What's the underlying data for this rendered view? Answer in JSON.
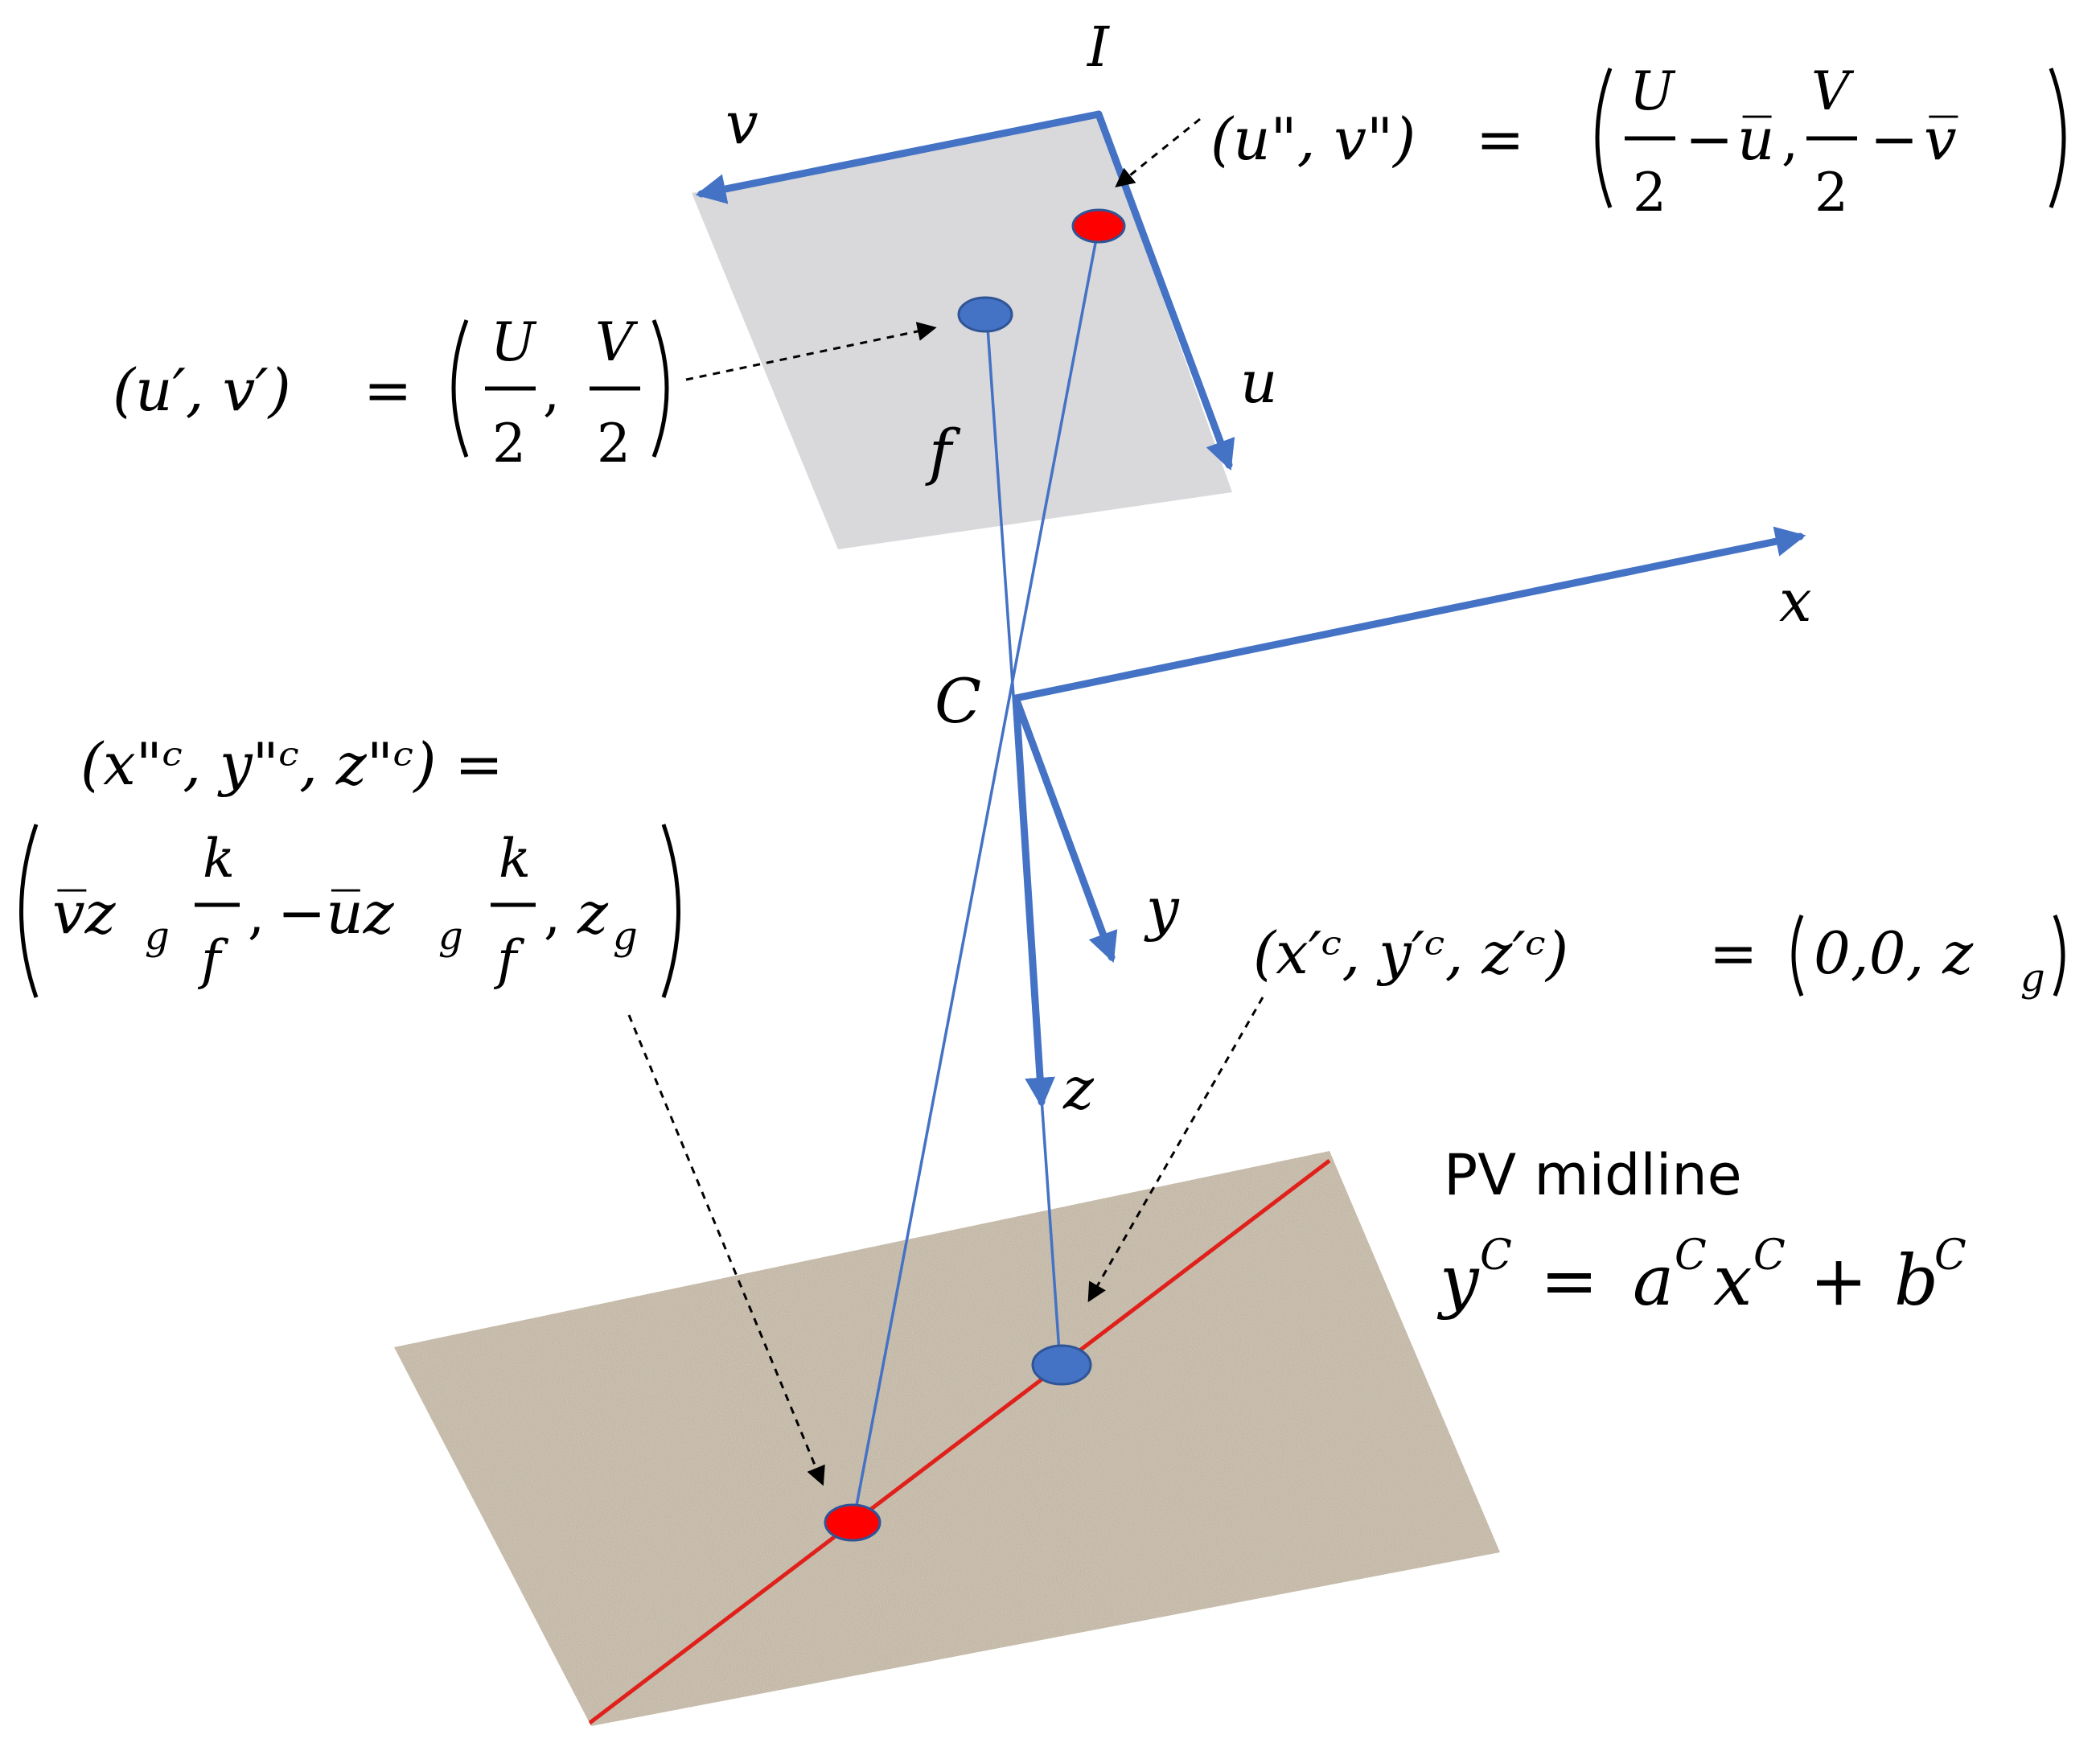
{
  "colors": {
    "axis_blue": "#4472c4",
    "image_plane_fill": "#d9d8da",
    "ground_fill": "#d6ccbc",
    "midline_red": "#e0201b",
    "point_red": "#ff0000",
    "point_blue": "#4472c4"
  },
  "labels": {
    "image_plane": "I",
    "camera_center": "C",
    "focal_length": "f",
    "axis_u": "u",
    "axis_v": "v",
    "axis_x": "x",
    "axis_y": "y",
    "axis_z": "z"
  },
  "formulas": {
    "principal_point": {
      "lhs": "(u′, v′)",
      "eq": "=",
      "open": "(",
      "frac1_num": "U",
      "frac1_den": "2",
      "comma": ",",
      "frac2_num": "V",
      "frac2_den": "2",
      "close": ")"
    },
    "image_point": {
      "lhs": "(u\", v\")",
      "eq": "=",
      "open": "(",
      "frac1_num": "U",
      "frac1_den": "2",
      "minus1": "−",
      "ubar": "u̅",
      "comma": ",",
      "frac2_num": "V",
      "frac2_den": "2",
      "minus2": "−",
      "vbar": "v̅",
      "close": ")"
    },
    "ground_point_far": {
      "line1": "(x\"ᶜ, y\"ᶜ, z\"ᶜ) =",
      "open": "(",
      "t1": "v̅z",
      "sub_g": "g",
      "k": "k",
      "f": "f",
      "comma": ",",
      "t2": "−u̅z",
      "t3": "z",
      "close": ")"
    },
    "ground_point_center": {
      "lhs": "(x′ᶜ, y′ᶜ, z′ᶜ)",
      "eq": "=",
      "open": "(",
      "rhs": "0,0, z",
      "sub_g": "g",
      "close": ")"
    },
    "midline": {
      "title": "PV midline",
      "y": "y",
      "sup": "C",
      "eq": "=",
      "a": "a",
      "x": "x",
      "plus": "+",
      "b": "b"
    }
  }
}
